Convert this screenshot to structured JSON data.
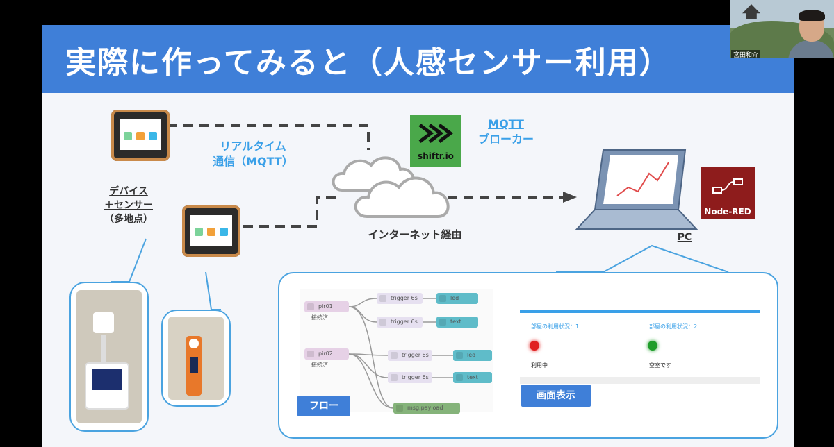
{
  "slide": {
    "title": "実際に作ってみると（人感センサー利用）",
    "realtime_line1": "リアルタイム",
    "realtime_line2": "通信（MQTT）",
    "broker_line1": "MQTT",
    "broker_line2": "ブローカー",
    "internet": "インターネット経由",
    "device_line1": "デバイス",
    "device_line2": "＋センサー",
    "device_line3": "（多地点）",
    "pc": "PC",
    "shiftr_label": "shiftr.io",
    "nodered_label": "Node-RED",
    "flow_button": "フロー",
    "display_button": "画面表示"
  },
  "webcam": {
    "name": "宮田和介"
  },
  "flow": {
    "nodes": {
      "pir01": "pir01",
      "pir01_status": "接続済",
      "pir02": "pir02",
      "pir02_status": "接続済",
      "trigger1": "trigger 6s",
      "trigger2": "trigger 6s",
      "trigger3": "trigger 6s",
      "trigger4": "trigger 6s",
      "led1": "led",
      "text1": "text",
      "led2": "led",
      "text2": "text",
      "debug": "msg.payload"
    }
  },
  "dashboard": {
    "room1_label": "部屋の利用状況：1",
    "room2_label": "部屋の利用状況：2",
    "room1_status": "利用中",
    "room2_status": "空室です",
    "room1_color": "#e02020",
    "room2_color": "#1f9d2a"
  },
  "colors": {
    "title_bar": "#3f7fd8",
    "accent_blue": "#3aa0e8",
    "shiftr_green": "#4aa84a",
    "nodered_red": "#8e1c1c",
    "device_orange": "#e8782a"
  }
}
